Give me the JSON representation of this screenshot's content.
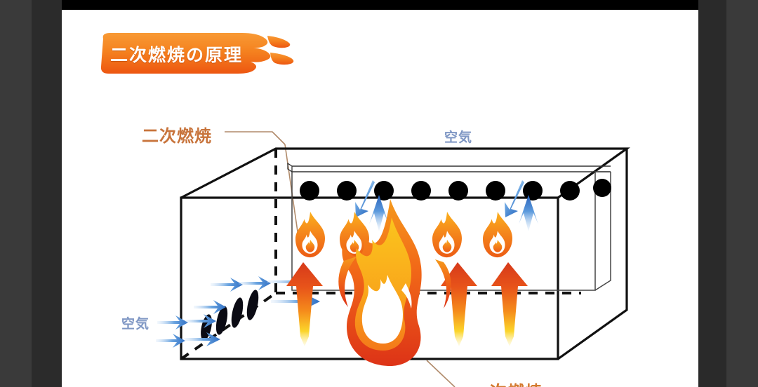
{
  "window": {
    "background_color": "#393939",
    "topbar_color": "#000000",
    "page_background": "#ffffff"
  },
  "banner": {
    "title": "二次燃焼の原理",
    "gradient_top": "#f79530",
    "gradient_bottom": "#ee5a13",
    "text_color": "#ffffff",
    "icon": "flame-banner-icon"
  },
  "labels": {
    "secondary_combustion": "二次燃焼",
    "secondary_color": "#c8743c",
    "air_top": "空気",
    "air_left": "空気",
    "air_color": "#7f97c4",
    "primary_combustion": "次燃焼",
    "primary_color": "#d4792f"
  },
  "diagram": {
    "type": "3d-combustion-chamber",
    "box_line_color": "#1a1a1a",
    "top_vent_hole_count": 9,
    "top_vent_hole_color": "#000000",
    "side_inlet_slot_count": 4,
    "small_flame_count": 4,
    "small_flame_color_top": "#f9a01b",
    "small_flame_color_bottom": "#ee6a12",
    "rising_arrow_count": 4,
    "rising_arrow_color_head": "#d93a18",
    "rising_arrow_color_tail": "#fbd52a",
    "blue_arrow_color": "#3a7fd5",
    "blue_arrow_count_left": 6,
    "blue_arrow_count_top": 4,
    "main_flame_color_outer": "#e8481c",
    "main_flame_color_mid": "#f58220",
    "main_flame_color_inner": "#fbbc1c",
    "leader_line_color": "#b08a6a"
  }
}
